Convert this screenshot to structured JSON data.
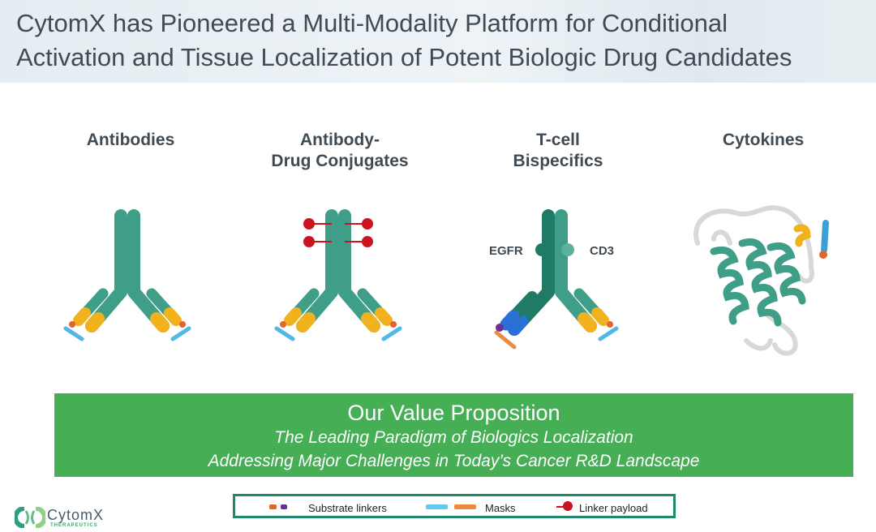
{
  "title": {
    "line1": "CytomX has Pioneered a Multi-Modality Platform for Conditional",
    "line2": "Activation and Tissue Localization of Potent Biologic Drug Candidates"
  },
  "modalities": [
    {
      "line1": "",
      "line2": "Antibodies"
    },
    {
      "line1": "Antibody-",
      "line2": "Drug Conjugates"
    },
    {
      "line1": "T-cell",
      "line2": "Bispecifics"
    },
    {
      "line1": "",
      "line2": "Cytokines"
    }
  ],
  "bispecific_labels": {
    "left": "EGFR",
    "right": "CD3"
  },
  "value_proposition": {
    "heading": "Our Value Proposition",
    "line1": "The Leading Paradigm of Biologics Localization",
    "line2": "Addressing Major Challenges in Today’s Cancer R&D Landscape"
  },
  "legend": {
    "substrate": "Substrate linkers",
    "masks": "Masks",
    "payload": "Linker payload"
  },
  "logo": {
    "name": "CytomX",
    "sub": "THERAPEUTICS"
  },
  "colors": {
    "teal": "#3f9e88",
    "dark_teal": "#1f7b66",
    "yellow": "#f2b21d",
    "blue_mask": "#4fb8e6",
    "orange_mask": "#ee8a3b",
    "substrate_orange": "#e2632e",
    "substrate_purple": "#6b2f9a",
    "payload_red": "#cc1420",
    "green_box": "#46ae55"
  }
}
